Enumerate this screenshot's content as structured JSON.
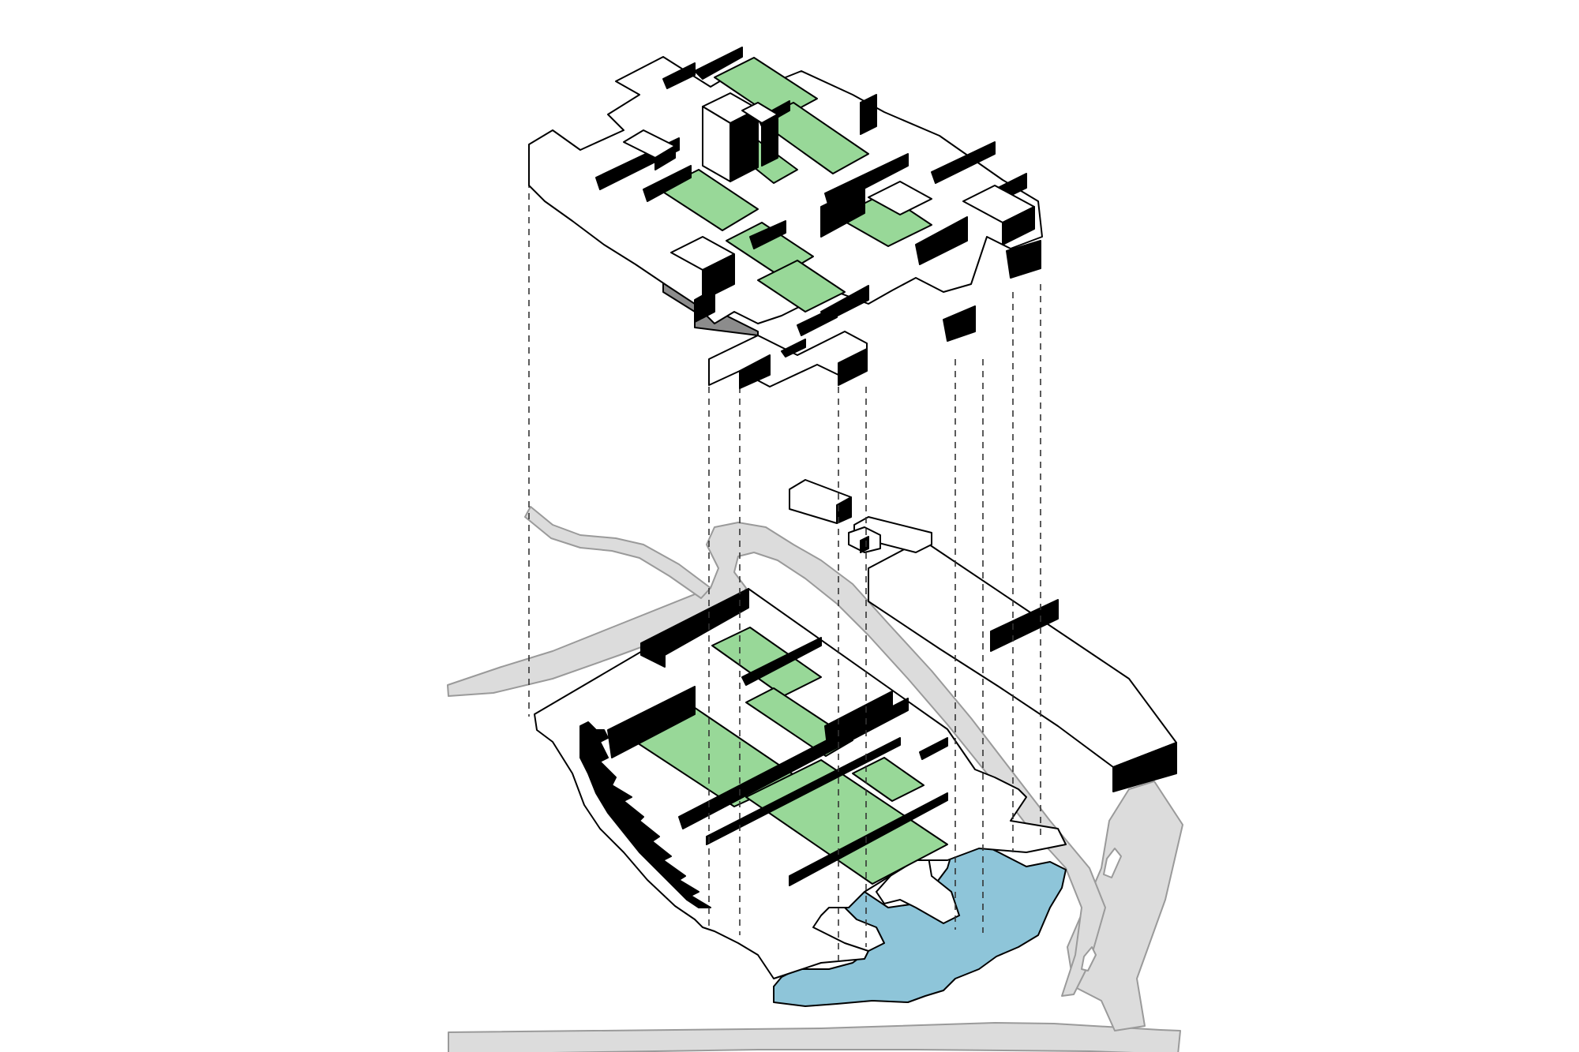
{
  "diagram": {
    "style": "exploded axonometric",
    "colors": {
      "background": "#ffffff",
      "outline": "#000000",
      "solid_face": "#000000",
      "shadow_face": "#8c8c8c",
      "courtyard": "#98d898",
      "water": "#8ec5d9",
      "road": "#dcdcdc",
      "road_edge": "#9a9a9a",
      "guide_line": "#333333"
    },
    "layers": [
      {
        "id": "upper-building-layer",
        "green_courtyards": 6
      },
      {
        "id": "ground-site-layer",
        "green_courtyards": 4,
        "water_body": "pond"
      }
    ]
  }
}
